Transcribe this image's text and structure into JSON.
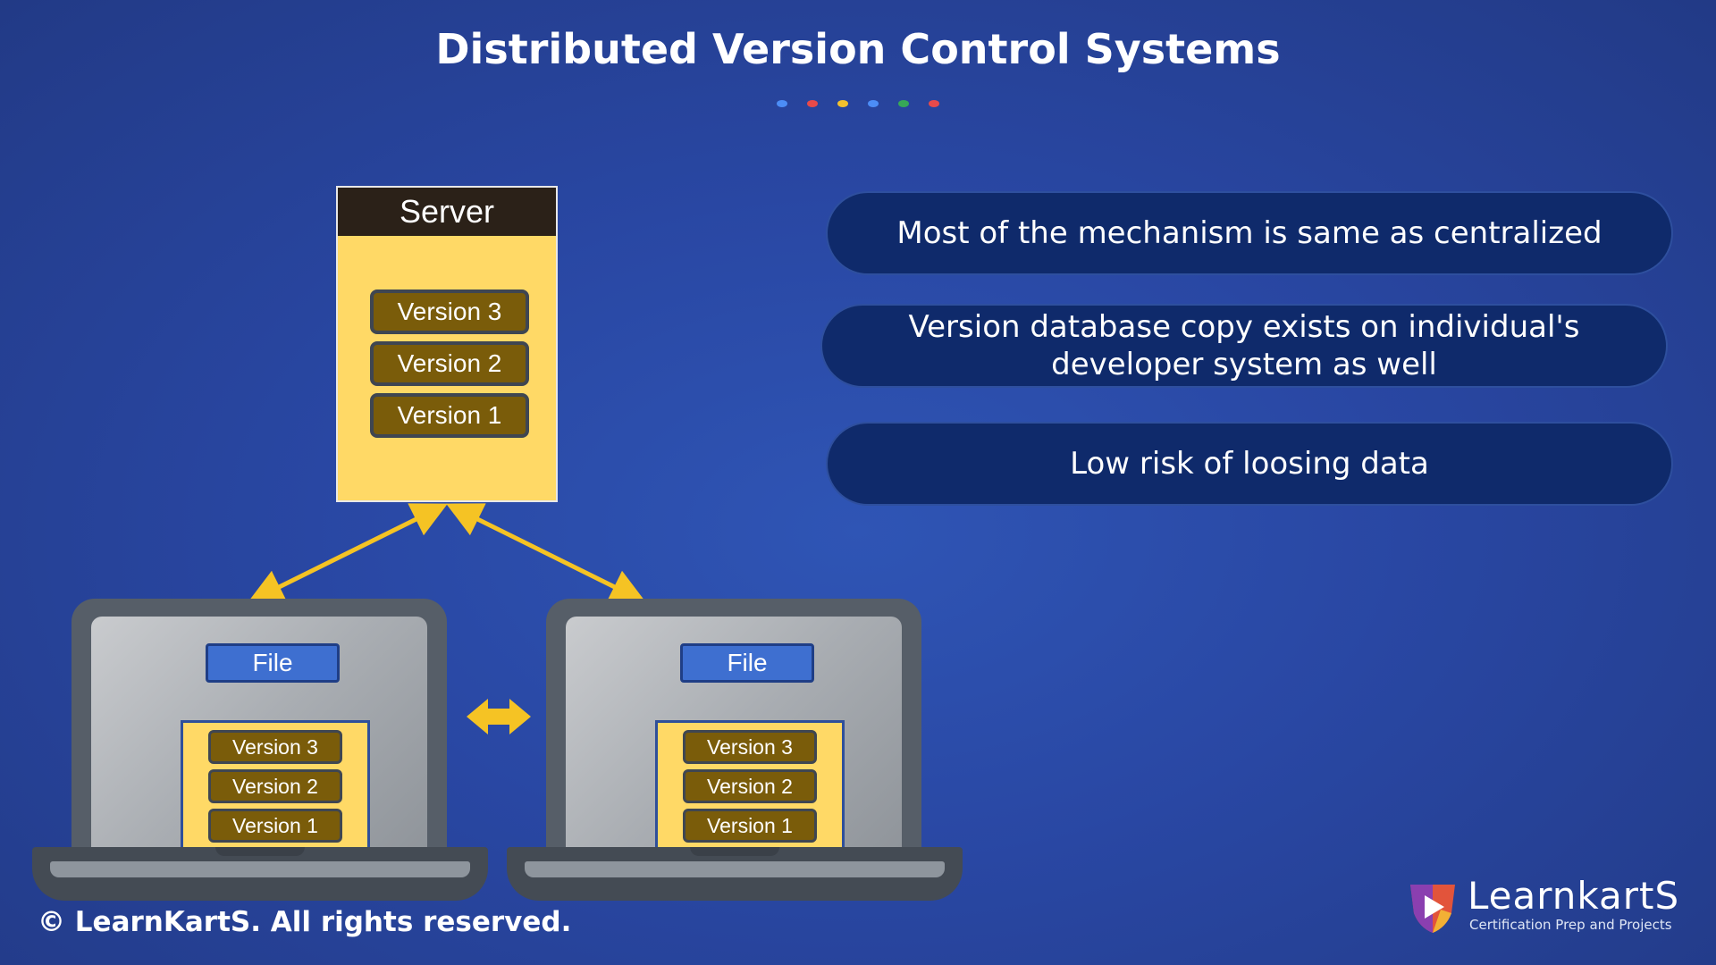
{
  "title": "Distributed Version Control Systems",
  "dots": [
    "#4c8df6",
    "#e84a4a",
    "#f2c12e",
    "#4c8df6",
    "#37a857",
    "#e84a4a"
  ],
  "server": {
    "label": "Server",
    "versions": [
      "Version 3",
      "Version 2",
      "Version 1"
    ]
  },
  "laptops": [
    {
      "file_label": "File",
      "versions": [
        "Version 3",
        "Version 2",
        "Version 1"
      ]
    },
    {
      "file_label": "File",
      "versions": [
        "Version 3",
        "Version 2",
        "Version 1"
      ]
    }
  ],
  "points": [
    "Most of the mechanism is same as centralized",
    "Version database copy exists on individual's developer system as well",
    "Low risk of loosing data"
  ],
  "footer": {
    "copyright": "© LearnKartS. All rights reserved.",
    "logo_name": "LearnkartS",
    "logo_tagline": "Certification Prep and Projects"
  },
  "colors": {
    "arrow": "#f5c324",
    "server_body": "#ffd966",
    "version_box": "#7a5c0a",
    "file_box": "#3e6fd0",
    "pill": "#0f2a6b"
  }
}
